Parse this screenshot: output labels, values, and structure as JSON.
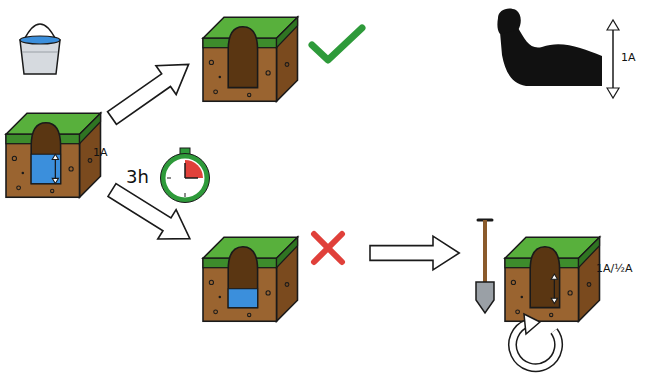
{
  "diagram": {
    "labels": [
      "1A",
      "3h",
      "1A",
      "1A/½A"
    ]
  }
}
